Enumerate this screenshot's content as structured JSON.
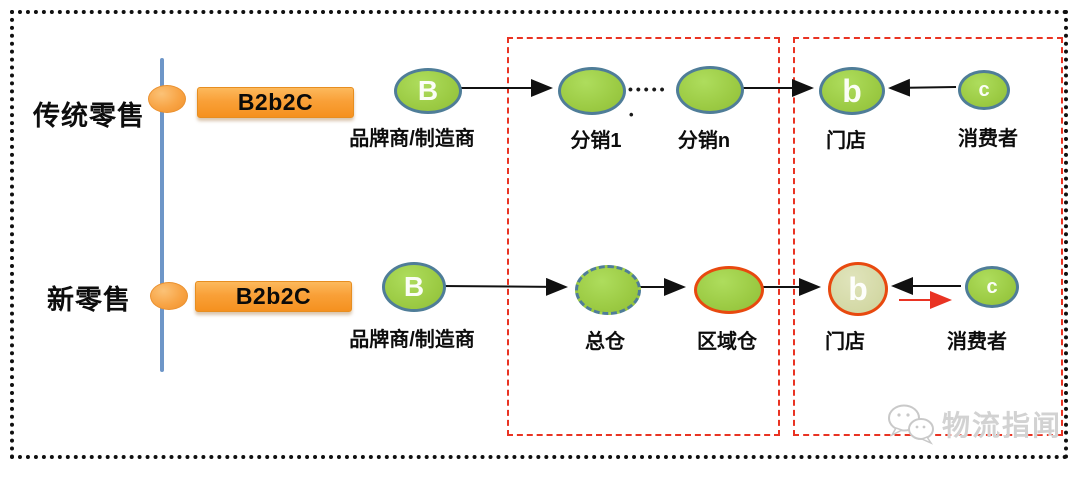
{
  "rows": {
    "traditional": {
      "label": "传统零售",
      "badge": "B2b2C",
      "brand": {
        "letter": "B",
        "label": "品牌商/制造商"
      },
      "dist1": {
        "label": "分销1"
      },
      "distn": {
        "label": "分销n"
      },
      "dots": "•••••",
      "dot": "•",
      "store": {
        "letter": "b",
        "label": "门店"
      },
      "consumer": {
        "letter": "c",
        "label": "消费者"
      }
    },
    "newretail": {
      "label": "新零售",
      "badge": "B2b2C",
      "brand": {
        "letter": "B",
        "label": "品牌商/制造商"
      },
      "central": {
        "label": "总仓"
      },
      "regional": {
        "label": "区域仓"
      },
      "store": {
        "letter": "b",
        "label": "门店"
      },
      "consumer": {
        "letter": "c",
        "label": "消费者"
      }
    }
  },
  "watermark": {
    "text": "物流指闻",
    "icon": "wechat-logo"
  },
  "colors": {
    "node_green": "#9ccb44",
    "node_stroke_blue": "#4f7d98",
    "badge_orange": "#f89b2e",
    "timeline_blue": "#6e96c8",
    "highlight_red": "#e8490f",
    "group_border_red": "#e93323",
    "new_store_fill": "#d5daa8",
    "watermark_gray": "#d2d2d2"
  }
}
